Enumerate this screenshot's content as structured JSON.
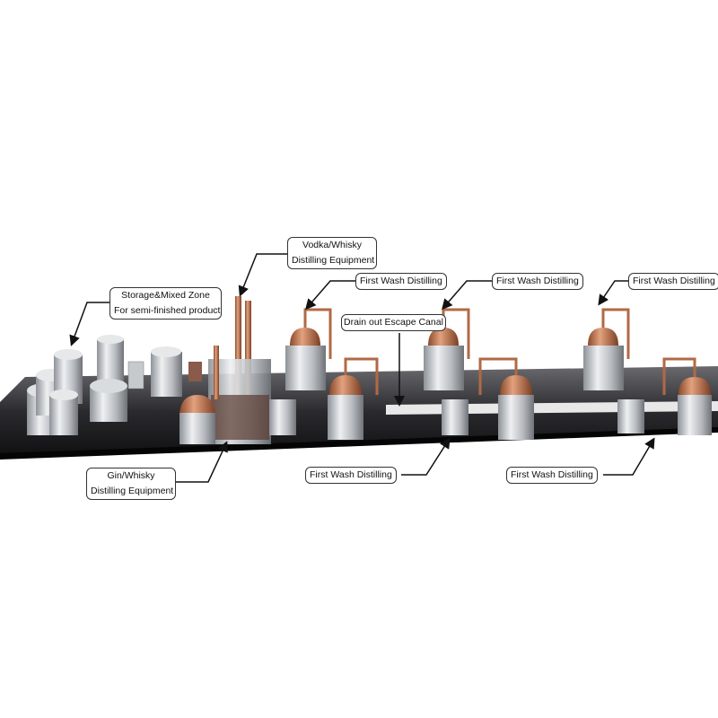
{
  "labels": {
    "vodka_whisky": {
      "line1": "Vodka/Whisky",
      "line2": "Distilling Equipment"
    },
    "storage": {
      "line1": "Storage&Mixed Zone",
      "line2": "For semi-finished product"
    },
    "first_wash_top_1": "First Wash Distilling",
    "first_wash_top_2": "First Wash Distilling",
    "first_wash_top_3": "First Wash Distilling",
    "drain_canal": "Drain out Escape Canal",
    "gin_whisky": {
      "line1": "Gin/Whisky",
      "line2": "Distilling Equipment"
    },
    "first_wash_bottom_1": "First Wash Distilling",
    "first_wash_bottom_2": "First Wash Distilling"
  },
  "colors": {
    "floor": "#1a1a1c",
    "steel": "#c9cdd2",
    "copper": "#c07a55",
    "canal": "#e6e6e6"
  }
}
